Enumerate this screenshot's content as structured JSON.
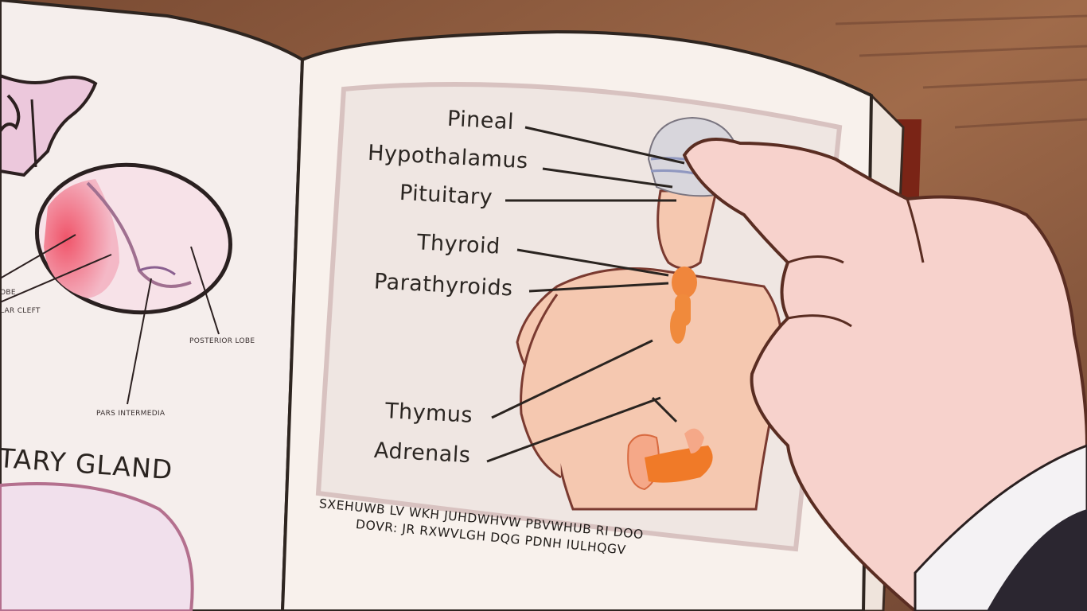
{
  "left_page": {
    "labels": {
      "anterior_lobe_partial": "OBE",
      "intermediate_cleft_partial": "LAR CLEFT",
      "posterior_lobe": "POSTERIOR LOBE",
      "pars_intermedia": "PARS INTERMEDIA"
    },
    "heading_partial": "TARY GLAND"
  },
  "right_page": {
    "gland_labels": [
      "Pineal",
      "Hypothalamus",
      "Pituitary",
      "Thyroid",
      "Parathyroids",
      "Thymus",
      "Adrenals"
    ],
    "cipher_caption": {
      "line1": "SXEHUWB LV WKH JUHDWHVW PBVWHUB RI DOO",
      "line2": "DOVR: JR RXWVLGH DQG PDNH IULHQGV"
    }
  },
  "colors": {
    "background_wood": "#8a5a3c",
    "page": "#f6eee8",
    "gland_orange": "#f08a3c",
    "skin": "#f6c9b2",
    "hand": "#f7d2cc"
  }
}
